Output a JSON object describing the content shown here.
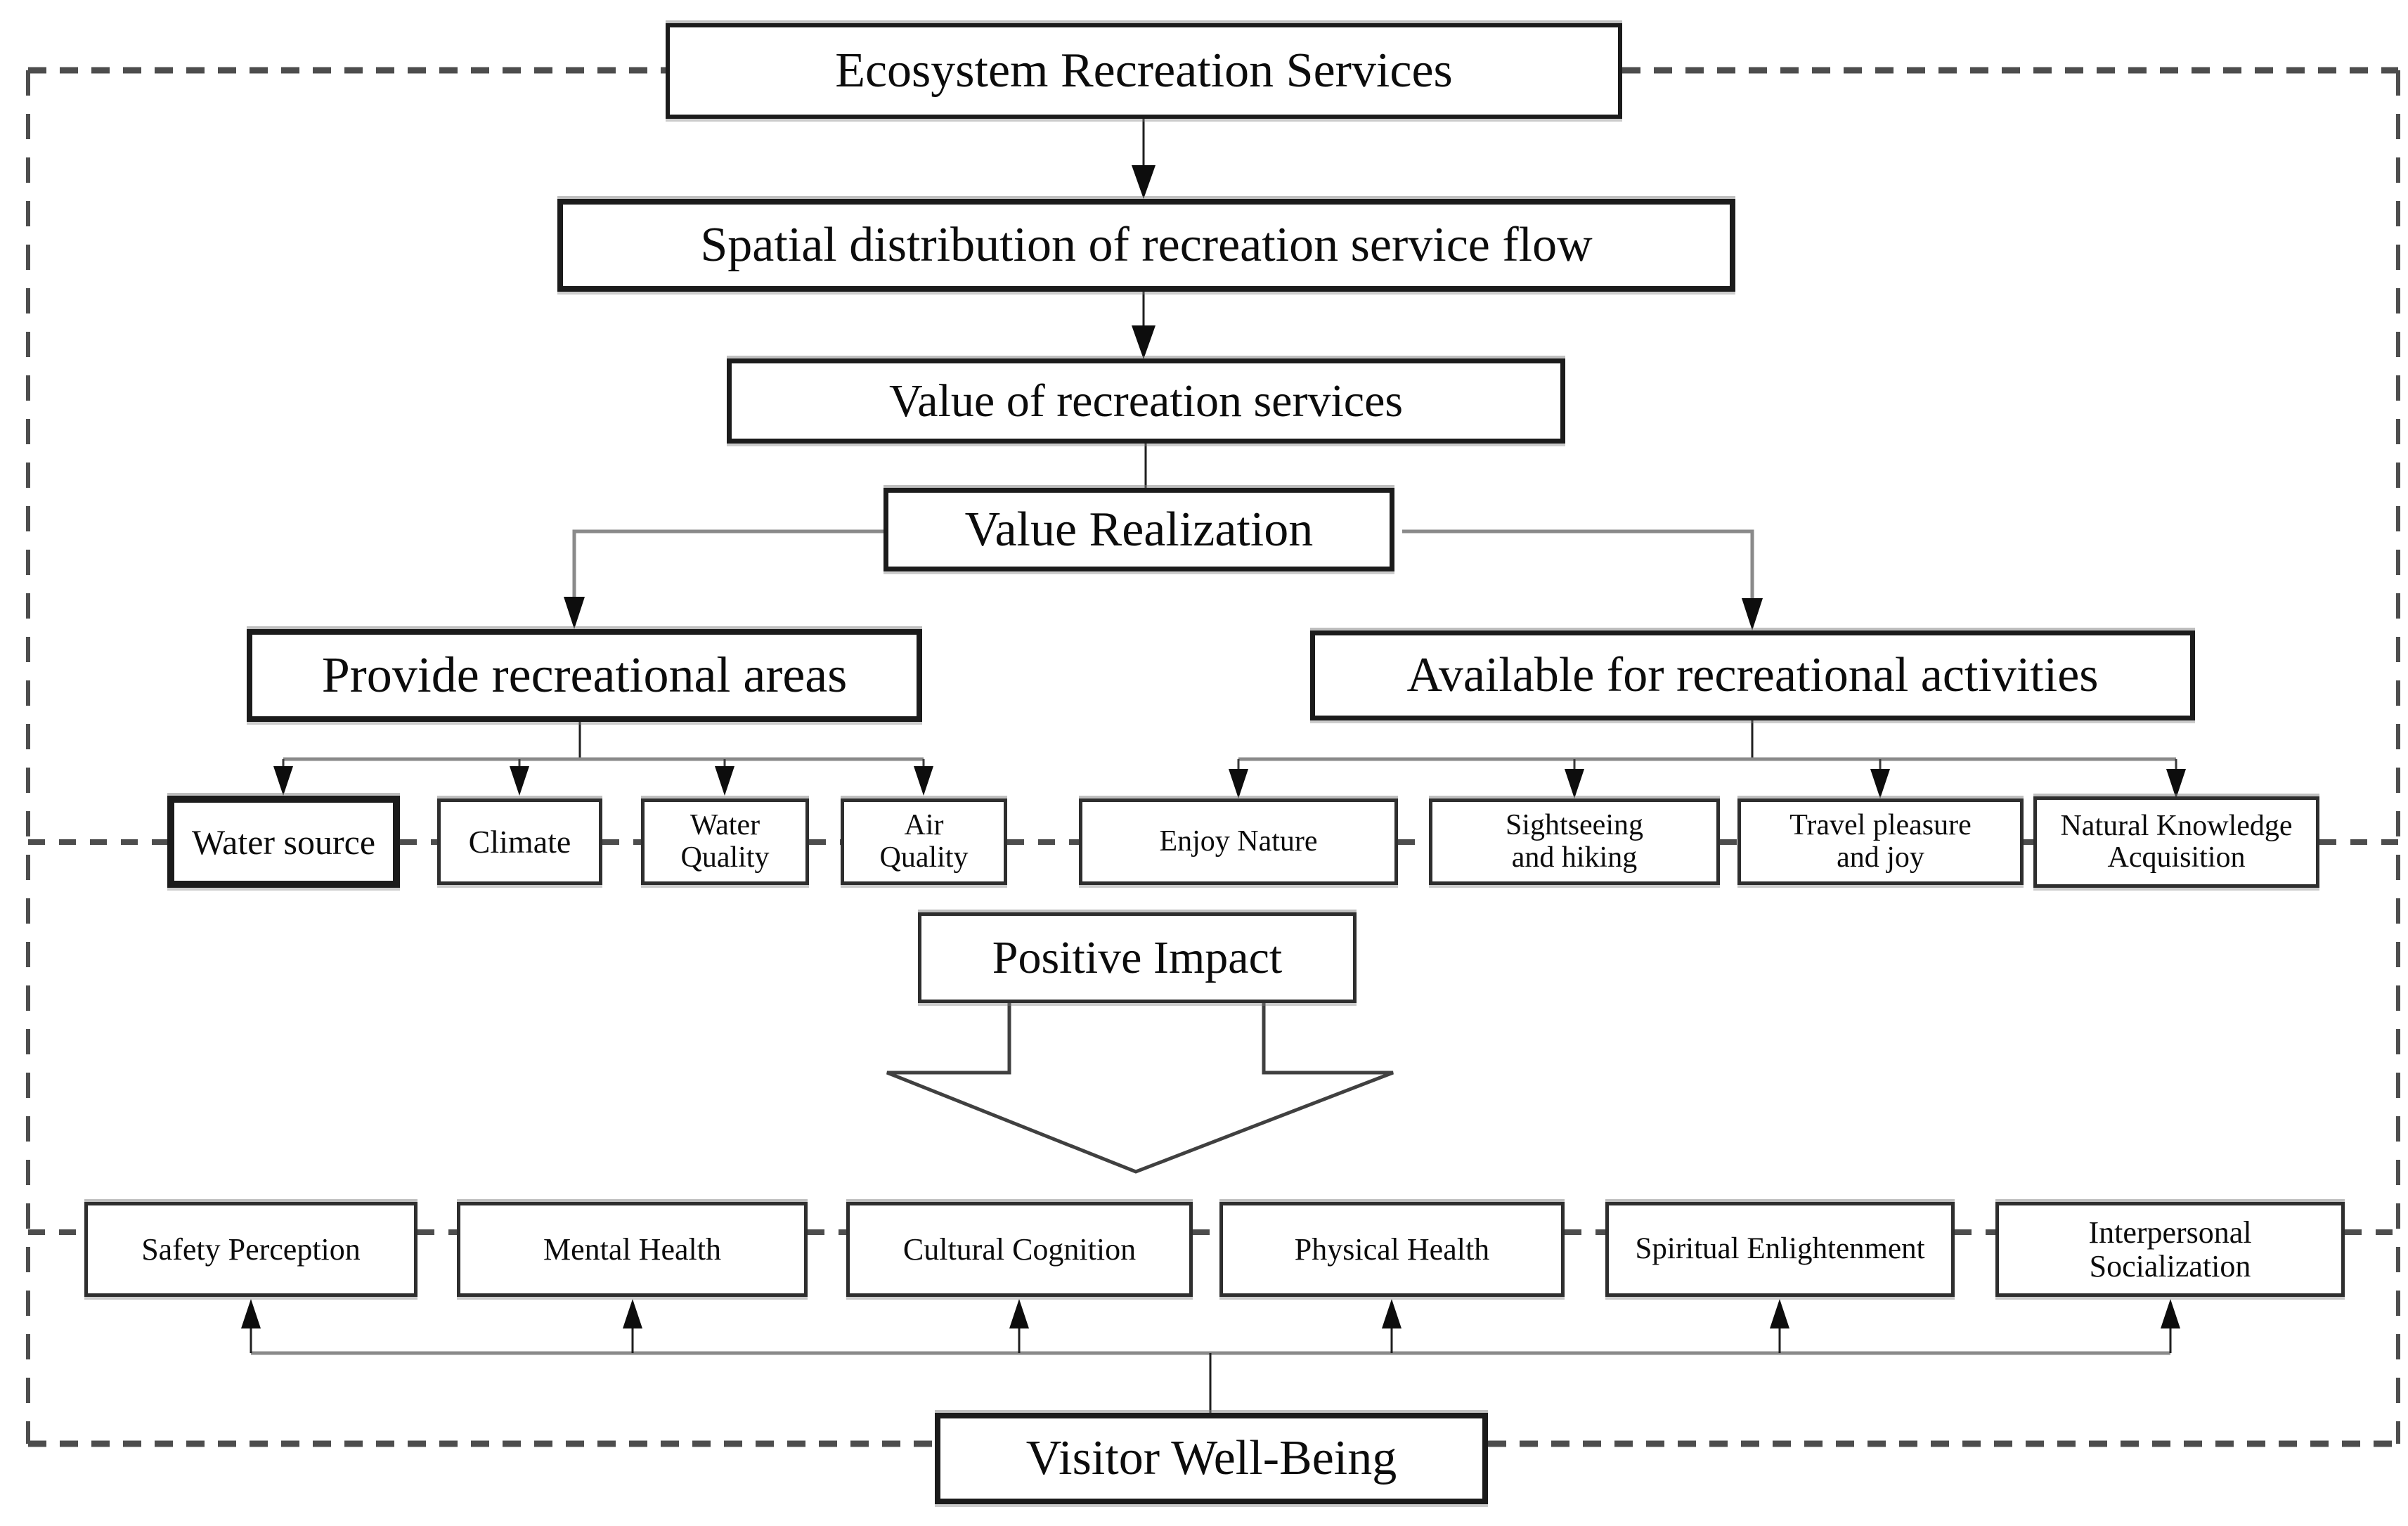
{
  "nodes": {
    "ecosystem_recreation_services": "Ecosystem Recreation Services",
    "spatial_distribution": "Spatial distribution of recreation service flow",
    "value_of_recreation": "Value of recreation services",
    "value_realization": "Value Realization",
    "provide_recreational_areas": "Provide recreational areas",
    "available_for_activities": "Available for recreational activities",
    "water_source": "Water source",
    "climate": "Climate",
    "water_quality": "Water\nQuality",
    "air_quality": "Air\nQuality",
    "enjoy_nature": "Enjoy Nature",
    "sightseeing_hiking": "Sightseeing\nand hiking",
    "travel_pleasure_joy": "Travel pleasure\nand joy",
    "natural_knowledge": "Natural Knowledge\nAcquisition",
    "positive_impact": "Positive Impact",
    "safety_perception": "Safety Perception",
    "mental_health": "Mental Health",
    "cultural_cognition": "Cultural Cognition",
    "physical_health": "Physical Health",
    "spiritual_enlightenment": "Spiritual Enlightenment",
    "interpersonal_socialization": "Interpersonal\nSocialization",
    "visitor_well_being": "Visitor Well-Being"
  },
  "colors": {
    "box_border": "#1b1b1b",
    "solid_line": "#1f1f1f",
    "branch_line": "#8a8a8a",
    "dashed_line": "#4d4d4d",
    "arrowhead": "#0d0d0d",
    "background": "#ffffff"
  }
}
